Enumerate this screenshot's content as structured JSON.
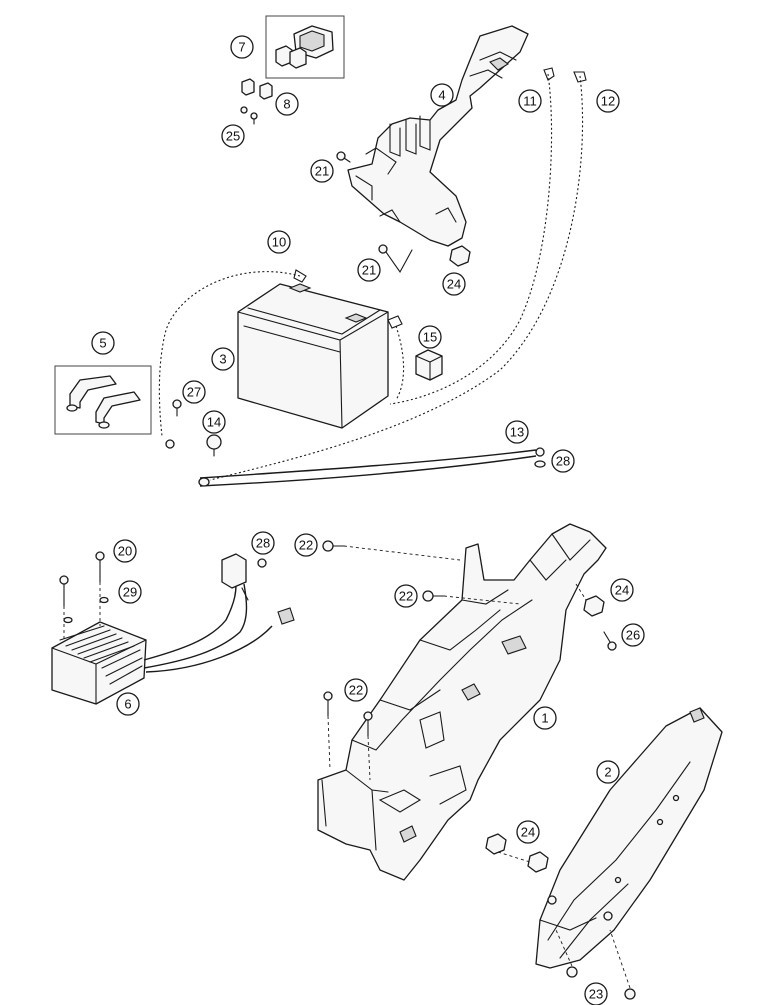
{
  "diagram": {
    "callouts": [
      "1",
      "2",
      "3",
      "4",
      "5",
      "6",
      "7",
      "8",
      "10",
      "11",
      "12",
      "13",
      "14",
      "15",
      "20",
      "21",
      "21",
      "22",
      "22",
      "22",
      "23",
      "24",
      "24",
      "24",
      "25",
      "26",
      "27",
      "28",
      "28",
      "29"
    ]
  },
  "colors": {
    "line": "#1a1a1a",
    "fill": "#f7f7f7",
    "shade": "#d8d8d8",
    "background": "#ffffff"
  }
}
